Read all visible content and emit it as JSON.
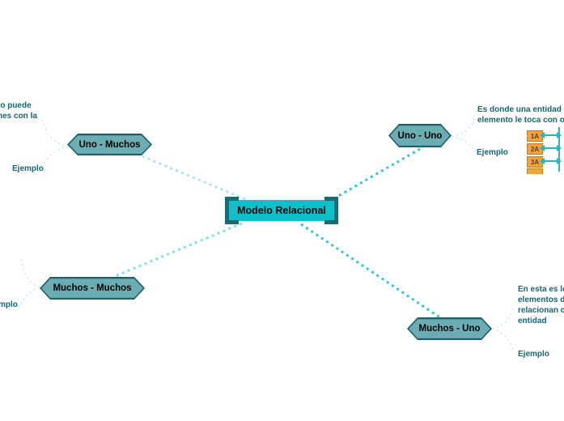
{
  "title": "Modelo Relacional",
  "center": {
    "label": "Modelo Relacional"
  },
  "nodes": {
    "uno_muchos": {
      "label": "Uno - Muchos"
    },
    "uno_uno": {
      "label": "Uno - Uno"
    },
    "muchos_muchos": {
      "label": "Muchos - Muchos"
    },
    "muchos_uno": {
      "label": "Muchos - Uno"
    }
  },
  "annotations": {
    "uno_muchos": {
      "note_line1": "to puede",
      "note_line2": "nes con la",
      "ejemplo": "Ejemplo"
    },
    "uno_uno": {
      "note_line1": "Es donde una entidad de",
      "note_line2": "elemento le toca con otr",
      "ejemplo": "Ejemplo",
      "boxes": [
        "1A",
        "2A",
        "3A"
      ]
    },
    "muchos_muchos": {
      "ejemplo_fragment": "mplo"
    },
    "muchos_uno": {
      "note_lines": [
        "En esta es lo",
        "elementos de",
        "relacionan co",
        "entidad"
      ],
      "ejemplo": "Ejemplo"
    }
  },
  "colors": {
    "center_fill": "#0fc0ca",
    "center_bracket": "#176b72",
    "hex_fill": "#6badb3",
    "hex_border": "#1c5f66",
    "annotation_text": "#17666d",
    "edge_strong": "#2ec6ce",
    "edge_light": "#a9e6ea",
    "edge_medium": "#7de0e5",
    "arc_light": "#cdeef1",
    "box_fill": "#f3a33b",
    "box_border": "#bf7e1e",
    "arrow": "#1bbac5"
  }
}
